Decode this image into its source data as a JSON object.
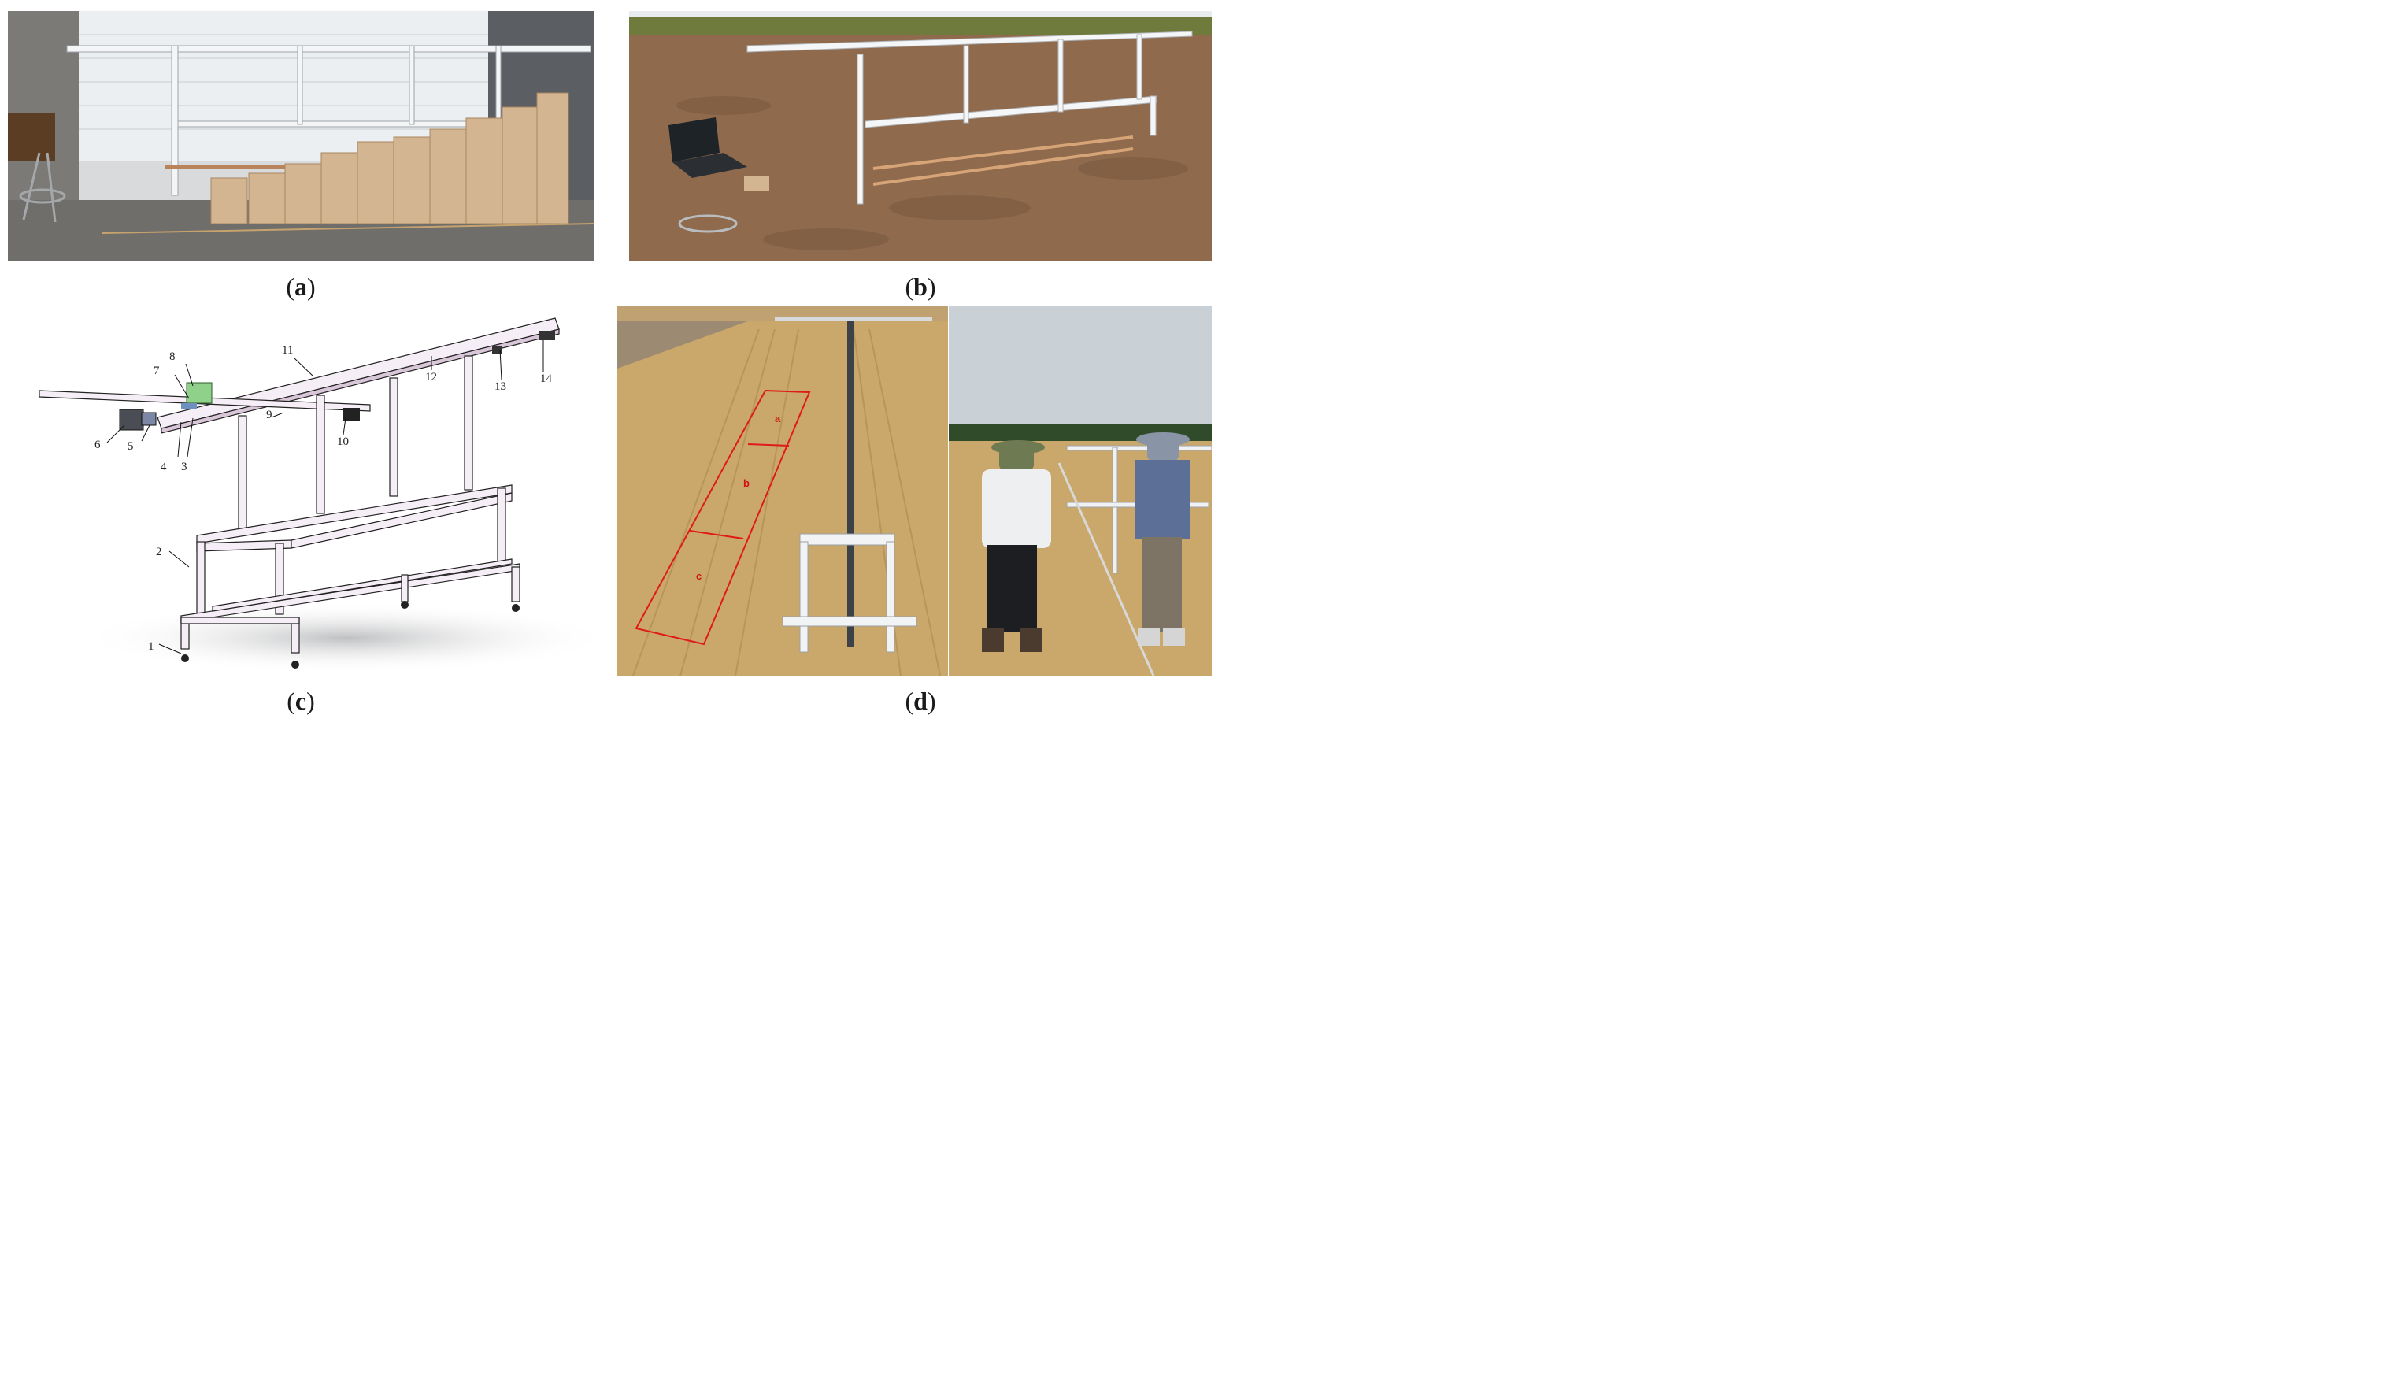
{
  "captions": {
    "a": "a",
    "b": "b",
    "c": "c",
    "d": "d"
  },
  "callouts": [
    "1",
    "2",
    "3",
    "4",
    "5",
    "6",
    "7",
    "8",
    "9",
    "10",
    "11",
    "12",
    "13",
    "14"
  ],
  "plot_labels": [
    "a",
    "b",
    "c"
  ]
}
